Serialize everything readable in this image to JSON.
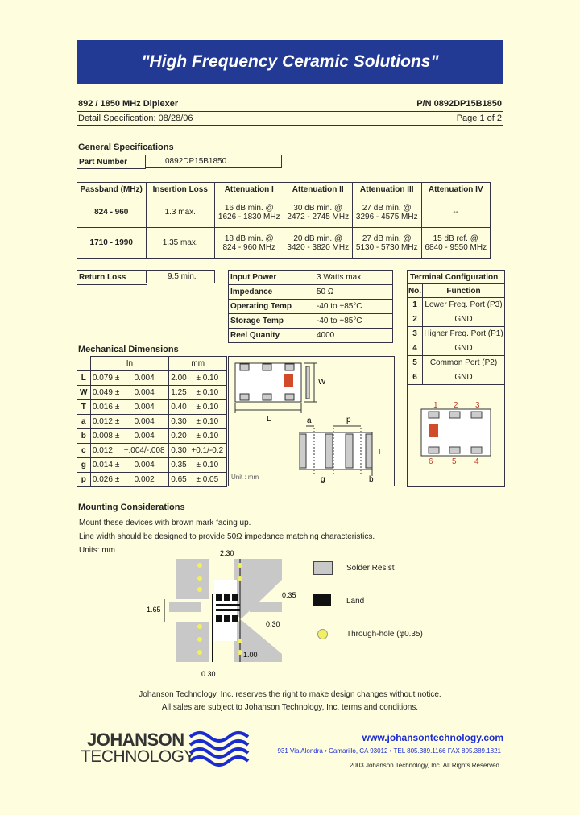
{
  "banner": "\"High Frequency Ceramic Solutions\"",
  "header": {
    "title": "892 / 1850 MHz Diplexer",
    "pn": "P/N 0892DP15B1850",
    "detail": "Detail Specification:   08/28/06",
    "page": "Page 1 of 2"
  },
  "general": {
    "heading": "General Specifications",
    "part_label": "Part Number",
    "part_value": "0892DP15B1850"
  },
  "atten": {
    "headers": [
      "Passband (MHz)",
      "Insertion Loss",
      "Attenuation I",
      "Attenuation II",
      "Attenuation III",
      "Attenuation IV"
    ],
    "rows": [
      [
        "824 - 960",
        "1.3 max.",
        "16 dB min. @\n1626 - 1830 MHz",
        "30 dB min. @\n2472 - 2745 MHz",
        "27 dB min. @\n3296 - 4575 MHz",
        "--"
      ],
      [
        "1710 - 1990",
        "1.35 max.",
        "18 dB min. @\n824 - 960 MHz",
        "20 dB min. @\n3420 - 3820 MHz",
        "27 dB min. @\n5130 - 5730 MHz",
        "15 dB ref. @\n6840 - 9550 MHz"
      ]
    ]
  },
  "return_loss": {
    "label": "Return Loss",
    "value": "9.5 min."
  },
  "ratings": [
    {
      "label": "Input Power",
      "value": "3 Watts max."
    },
    {
      "label": "Impedance",
      "value": "50 Ω"
    },
    {
      "label": "Operating Temp",
      "value": "-40 to +85°C"
    },
    {
      "label": "Storage Temp",
      "value": "-40 to +85°C"
    },
    {
      "label": "Reel Quanity",
      "value": "4000"
    }
  ],
  "terminal": {
    "heading": "Terminal Configuration",
    "col_no": "No.",
    "col_fn": "Function",
    "rows": [
      {
        "no": "1",
        "fn": "Lower Freq. Port (P3)"
      },
      {
        "no": "2",
        "fn": "GND"
      },
      {
        "no": "3",
        "fn": "Higher Freq. Port (P1)"
      },
      {
        "no": "4",
        "fn": "GND"
      },
      {
        "no": "5",
        "fn": "Common Port (P2)"
      },
      {
        "no": "6",
        "fn": "GND"
      }
    ],
    "pins_top": [
      "1",
      "2",
      "3"
    ],
    "pins_bottom": [
      "6",
      "5",
      "4"
    ]
  },
  "mech": {
    "heading": "Mechanical Dimensions",
    "col_in": "In",
    "col_mm": "mm",
    "rows": [
      {
        "k": "L",
        "in": "0.079",
        "pm": "±",
        "in_tol": "0.004",
        "mm": "2.00",
        "mm_tol": "±  0.10"
      },
      {
        "k": "W",
        "in": "0.049",
        "pm": "±",
        "in_tol": "0.004",
        "mm": "1.25",
        "mm_tol": "±  0.10"
      },
      {
        "k": "T",
        "in": "0.016",
        "pm": "±",
        "in_tol": "0.004",
        "mm": "0.40",
        "mm_tol": "±  0.10"
      },
      {
        "k": "a",
        "in": "0.012",
        "pm": "±",
        "in_tol": "0.004",
        "mm": "0.30",
        "mm_tol": "±  0.10"
      },
      {
        "k": "b",
        "in": "0.008",
        "pm": "±",
        "in_tol": "0.004",
        "mm": "0.20",
        "mm_tol": "±  0.10"
      },
      {
        "k": "c",
        "in": "0.012",
        "pm": "",
        "in_tol": "+.004/-.008",
        "mm": "0.30",
        "mm_tol": "+0.1/-0.2"
      },
      {
        "k": "g",
        "in": "0.014",
        "pm": "±",
        "in_tol": "0.004",
        "mm": "0.35",
        "mm_tol": "±  0.10"
      },
      {
        "k": "p",
        "in": "0.026",
        "pm": "±",
        "in_tol": "0.002",
        "mm": "0.65",
        "mm_tol": "±  0.05"
      }
    ],
    "dims": {
      "W": "W",
      "L": "L",
      "a": "a",
      "p": "p",
      "T": "T",
      "g": "g",
      "b": "b"
    },
    "unit": "Unit : mm"
  },
  "mounting": {
    "heading": "Mounting Considerations",
    "line1": "Mount these devices with brown mark facing up.",
    "line2": "Line width should be designed to provide 50Ω impedance matching characteristics.",
    "units": "Units: mm",
    "dims": {
      "d230": "2.30",
      "d165": "1.65",
      "d035": "0.35",
      "d030a": "0.30",
      "d100": "1.00",
      "d030b": "0.30"
    },
    "legend": [
      {
        "label": "Solder Resist",
        "color": "#c8c8c8"
      },
      {
        "label": "Land",
        "color": "#111111"
      },
      {
        "label": "Through-hole (φ0.35)",
        "color": "#f2f060"
      }
    ]
  },
  "footer": {
    "disclaimer1": "Johanson Technology, Inc. reserves the right to make design changes without notice.",
    "disclaimer2": "All sales are subject to Johanson Technology, Inc. terms and conditions.",
    "logo1": "JOHANSON",
    "logo2": "TECHNOLOGY",
    "url": "www.johansontechnology.com",
    "address": "931 Via Alondra • Camarillo, CA 93012 • TEL 805.389.1166 FAX 805.389.1821",
    "copyright": "2003 Johanson Technology, Inc. All Rights Reserved"
  },
  "colors": {
    "banner": "#223a93",
    "brown_mark": "#d24a2a",
    "accent_blue": "#1a2bd0"
  }
}
